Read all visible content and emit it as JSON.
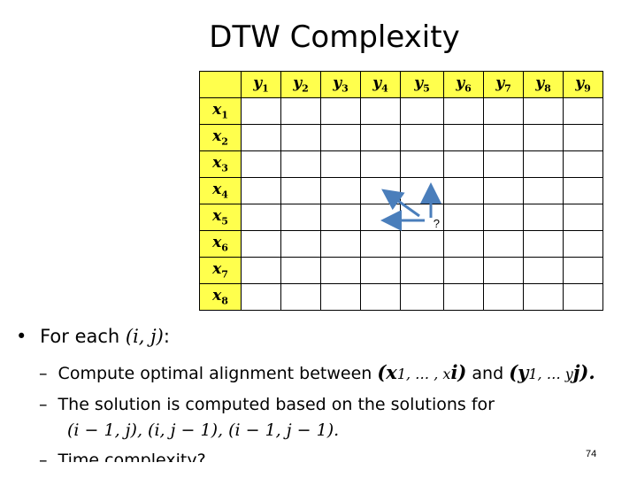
{
  "slide": {
    "title": "DTW Complexity",
    "page_number": "74",
    "highlight_color": "#ffff4d",
    "arrow_color": "#4a7ebb"
  },
  "grid": {
    "column_headers": [
      {
        "base": "y",
        "sub": "1"
      },
      {
        "base": "y",
        "sub": "2"
      },
      {
        "base": "y",
        "sub": "3"
      },
      {
        "base": "y",
        "sub": "4"
      },
      {
        "base": "y",
        "sub": "5"
      },
      {
        "base": "y",
        "sub": "6"
      },
      {
        "base": "y",
        "sub": "7"
      },
      {
        "base": "y",
        "sub": "8"
      },
      {
        "base": "y",
        "sub": "9"
      }
    ],
    "row_headers": [
      {
        "base": "x",
        "sub": "1"
      },
      {
        "base": "x",
        "sub": "2"
      },
      {
        "base": "x",
        "sub": "3"
      },
      {
        "base": "x",
        "sub": "4"
      },
      {
        "base": "x",
        "sub": "5"
      },
      {
        "base": "x",
        "sub": "6"
      },
      {
        "base": "x",
        "sub": "7"
      },
      {
        "base": "x",
        "sub": "8"
      }
    ],
    "query_cell": {
      "row": 5,
      "col": 5,
      "text": "?"
    }
  },
  "bullets": {
    "b1_prefix": "For each ",
    "b1_math": "(i, j)",
    "b1_suffix": ":",
    "b2_prefix": "Compute optimal alignment between ",
    "b2_math_x": "(x",
    "b2_math_x_rest": "1, … , x",
    "b2_math_x_end": "i)",
    "b2_mid": " and ",
    "b2_math_y": "(y",
    "b2_math_y_rest": "1, … y",
    "b2_math_y_end": "j).",
    "b3_text": "The solution is computed based on the solutions for",
    "b3_math": "(i − 1, j), (i, j − 1), (i − 1, j − 1).",
    "b4_text": "Time complexity?"
  }
}
